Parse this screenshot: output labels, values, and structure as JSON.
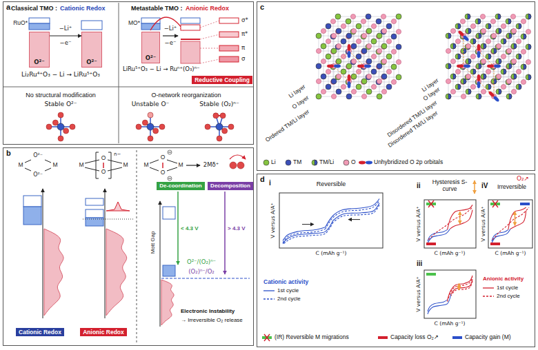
{
  "diagram": {
    "nodes": [
      {
        "text": [
          "a"
        ]
      },
      {
        "text": [
          "O²⁻"
        ],
        "in": 0
      },
      {
        "text": [
          "O²⁻"
        ],
        "in": 0
      },
      {
        "text": [
          "O²⁻"
        ],
        "in": 0
      },
      {
        "text": [
          "Reductive Coupling"
        ],
        "in": 0
      },
      {
        "text": [
          "b"
        ]
      },
      {
        "text": [
          "Cationic Redox"
        ],
        "in": 5
      },
      {
        "text": [
          "Anionic Redox"
        ],
        "in": 5
      },
      {
        "text": [
          "De-coordination"
        ],
        "in": 5
      },
      {
        "text": [
          "Decomposition"
        ],
        "in": 5
      },
      {
        "text": [
          "c"
        ]
      },
      {
        "text": [
          "d"
        ]
      }
    ],
    "edges": [
      {
        "from": 1,
        "to": 2,
        "arrow": "to",
        "label": "−Li⁺"
      }
    ],
    "labels": [
      "Classical TMO :",
      "Cationic Redox",
      "Metastable TMO :",
      "Anionic Redox",
      "RuO*",
      "−e⁻",
      "Li₂Ru⁴⁺O₃ − Li → LiRu⁵⁺O₃",
      "No structural modification",
      "Stable O²⁻",
      "MO*",
      "−Li⁺",
      "−e⁻",
      "σ*",
      "π*",
      "π",
      "σ",
      "LiRu⁵⁺O₃ − Li → Ruⁿ⁺(O₃)ⁿ⁻",
      "O-network reorganization",
      "Unstable O⁻",
      "Stable (O₂)ⁿ⁻",
      "M",
      "O²⁻",
      "O²⁻",
      "M",
      "M",
      "O",
      "O",
      "n−",
      "M",
      "M",
      "O",
      "O",
      "M",
      "2Mδ⁺",
      "< 4.3 V",
      "> 4.3 V",
      "Mott Gap",
      "O²⁻/(O₂)ⁿ⁻",
      "(O₂)ⁿ⁻/O₂",
      "Electronic Instability",
      "→ Irreversible O₂ release",
      "Li layer",
      "O layer",
      "Ordered TM/Li layer",
      "Li layer",
      "O layer",
      "Disordered TM/Li layer",
      "Disordered TM/Li layer",
      "i",
      "Reversible",
      "ii",
      "Hysteresis S-curve",
      "iV",
      "Irreversible",
      "O₂↗",
      "V versus A/A⁺",
      "C (mAh g⁻¹)",
      "V versus A/A⁺",
      "C (mAh g⁻¹)",
      "iii",
      "V versus A/A⁺",
      "C (mAh g⁻¹)",
      "V versus A/A⁺",
      "C (mAh g⁻¹)",
      "Cationic activity",
      "Anionic activity"
    ],
    "legend": [
      {
        "text": "Li",
        "color": "#86c440"
      },
      {
        "text": "TM",
        "color": "#3b4fb8"
      },
      {
        "text": "TM/Li"
      },
      {
        "text": "O",
        "color": "#f09ab5"
      },
      {
        "text": "Unhybridized O 2p orbitals"
      },
      {
        "text": "1st cycle"
      },
      {
        "text": "2nd cycle"
      },
      {
        "text": "1st cycle"
      },
      {
        "text": "2nd cycle"
      },
      {
        "text": "(IR) Reversible M migrations",
        "color": "#4cc24c"
      },
      {
        "text": "Capacity loss O₂↗",
        "color": "#d3202e"
      },
      {
        "text": "Capacity gain (M)",
        "color": "#2b4fc9"
      }
    ]
  }
}
